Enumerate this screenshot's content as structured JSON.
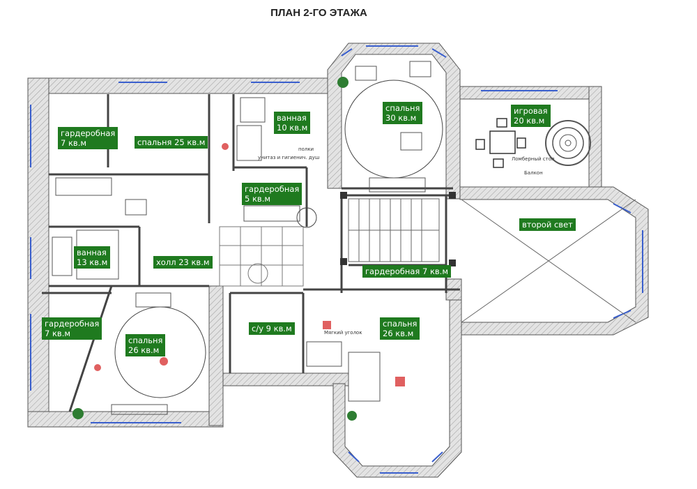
{
  "title": "ПЛАН 2-ГО ЭТАЖА",
  "rooms": [
    {
      "name": "гардеробная",
      "area": "7 кв.м"
    },
    {
      "name": "спальня 25 кв.м",
      "area": ""
    },
    {
      "name": "ванная",
      "area": "10 кв.м"
    },
    {
      "name": "спальня",
      "area": "30 кв.м"
    },
    {
      "name": "игровая",
      "area": "20 кв.м"
    },
    {
      "name": "гардеробная",
      "area": "5 кв.м"
    },
    {
      "name": "второй свет",
      "area": ""
    },
    {
      "name": "ванная",
      "area": "13 кв.м"
    },
    {
      "name": "холл 23 кв.м",
      "area": ""
    },
    {
      "name": "гардеробная 7 кв.м",
      "area": ""
    },
    {
      "name": "гардеробная",
      "area": "7 кв.м"
    },
    {
      "name": "спальня",
      "area": "26 кв.м"
    },
    {
      "name": "с/у 9 кв.м",
      "area": ""
    },
    {
      "name": "спальня",
      "area": "26 кв.м"
    }
  ],
  "annotations": {
    "lombard_table": "Ломберный стол",
    "balcony": "Балкон",
    "makeup_corner": "Мягкий уголок",
    "toilet_note": "унитаз и гигиенич. душ",
    "shelves": "полки"
  },
  "colors": {
    "label_bg": "#1f7a1f",
    "label_text": "#ffffff",
    "wall_fill": "#d8d8d8",
    "wall_stroke": "#555555",
    "window_blue": "#3a5fcd"
  }
}
